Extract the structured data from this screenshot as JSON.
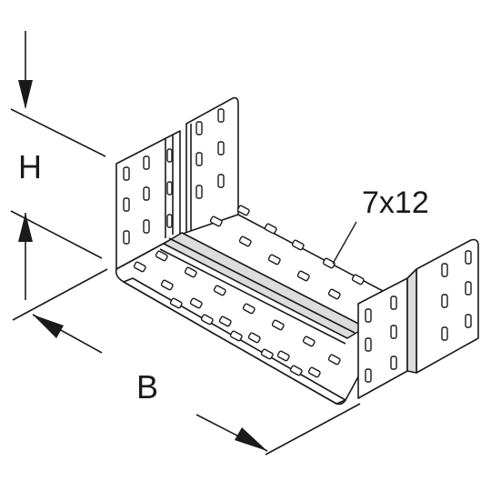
{
  "diagram": {
    "dimension_labels": {
      "height": "H",
      "width": "B",
      "perforation": "7x12"
    },
    "colors": {
      "line": "#1a1a1a",
      "fill": "#ffffff",
      "shade": "#dcdcdc"
    }
  }
}
